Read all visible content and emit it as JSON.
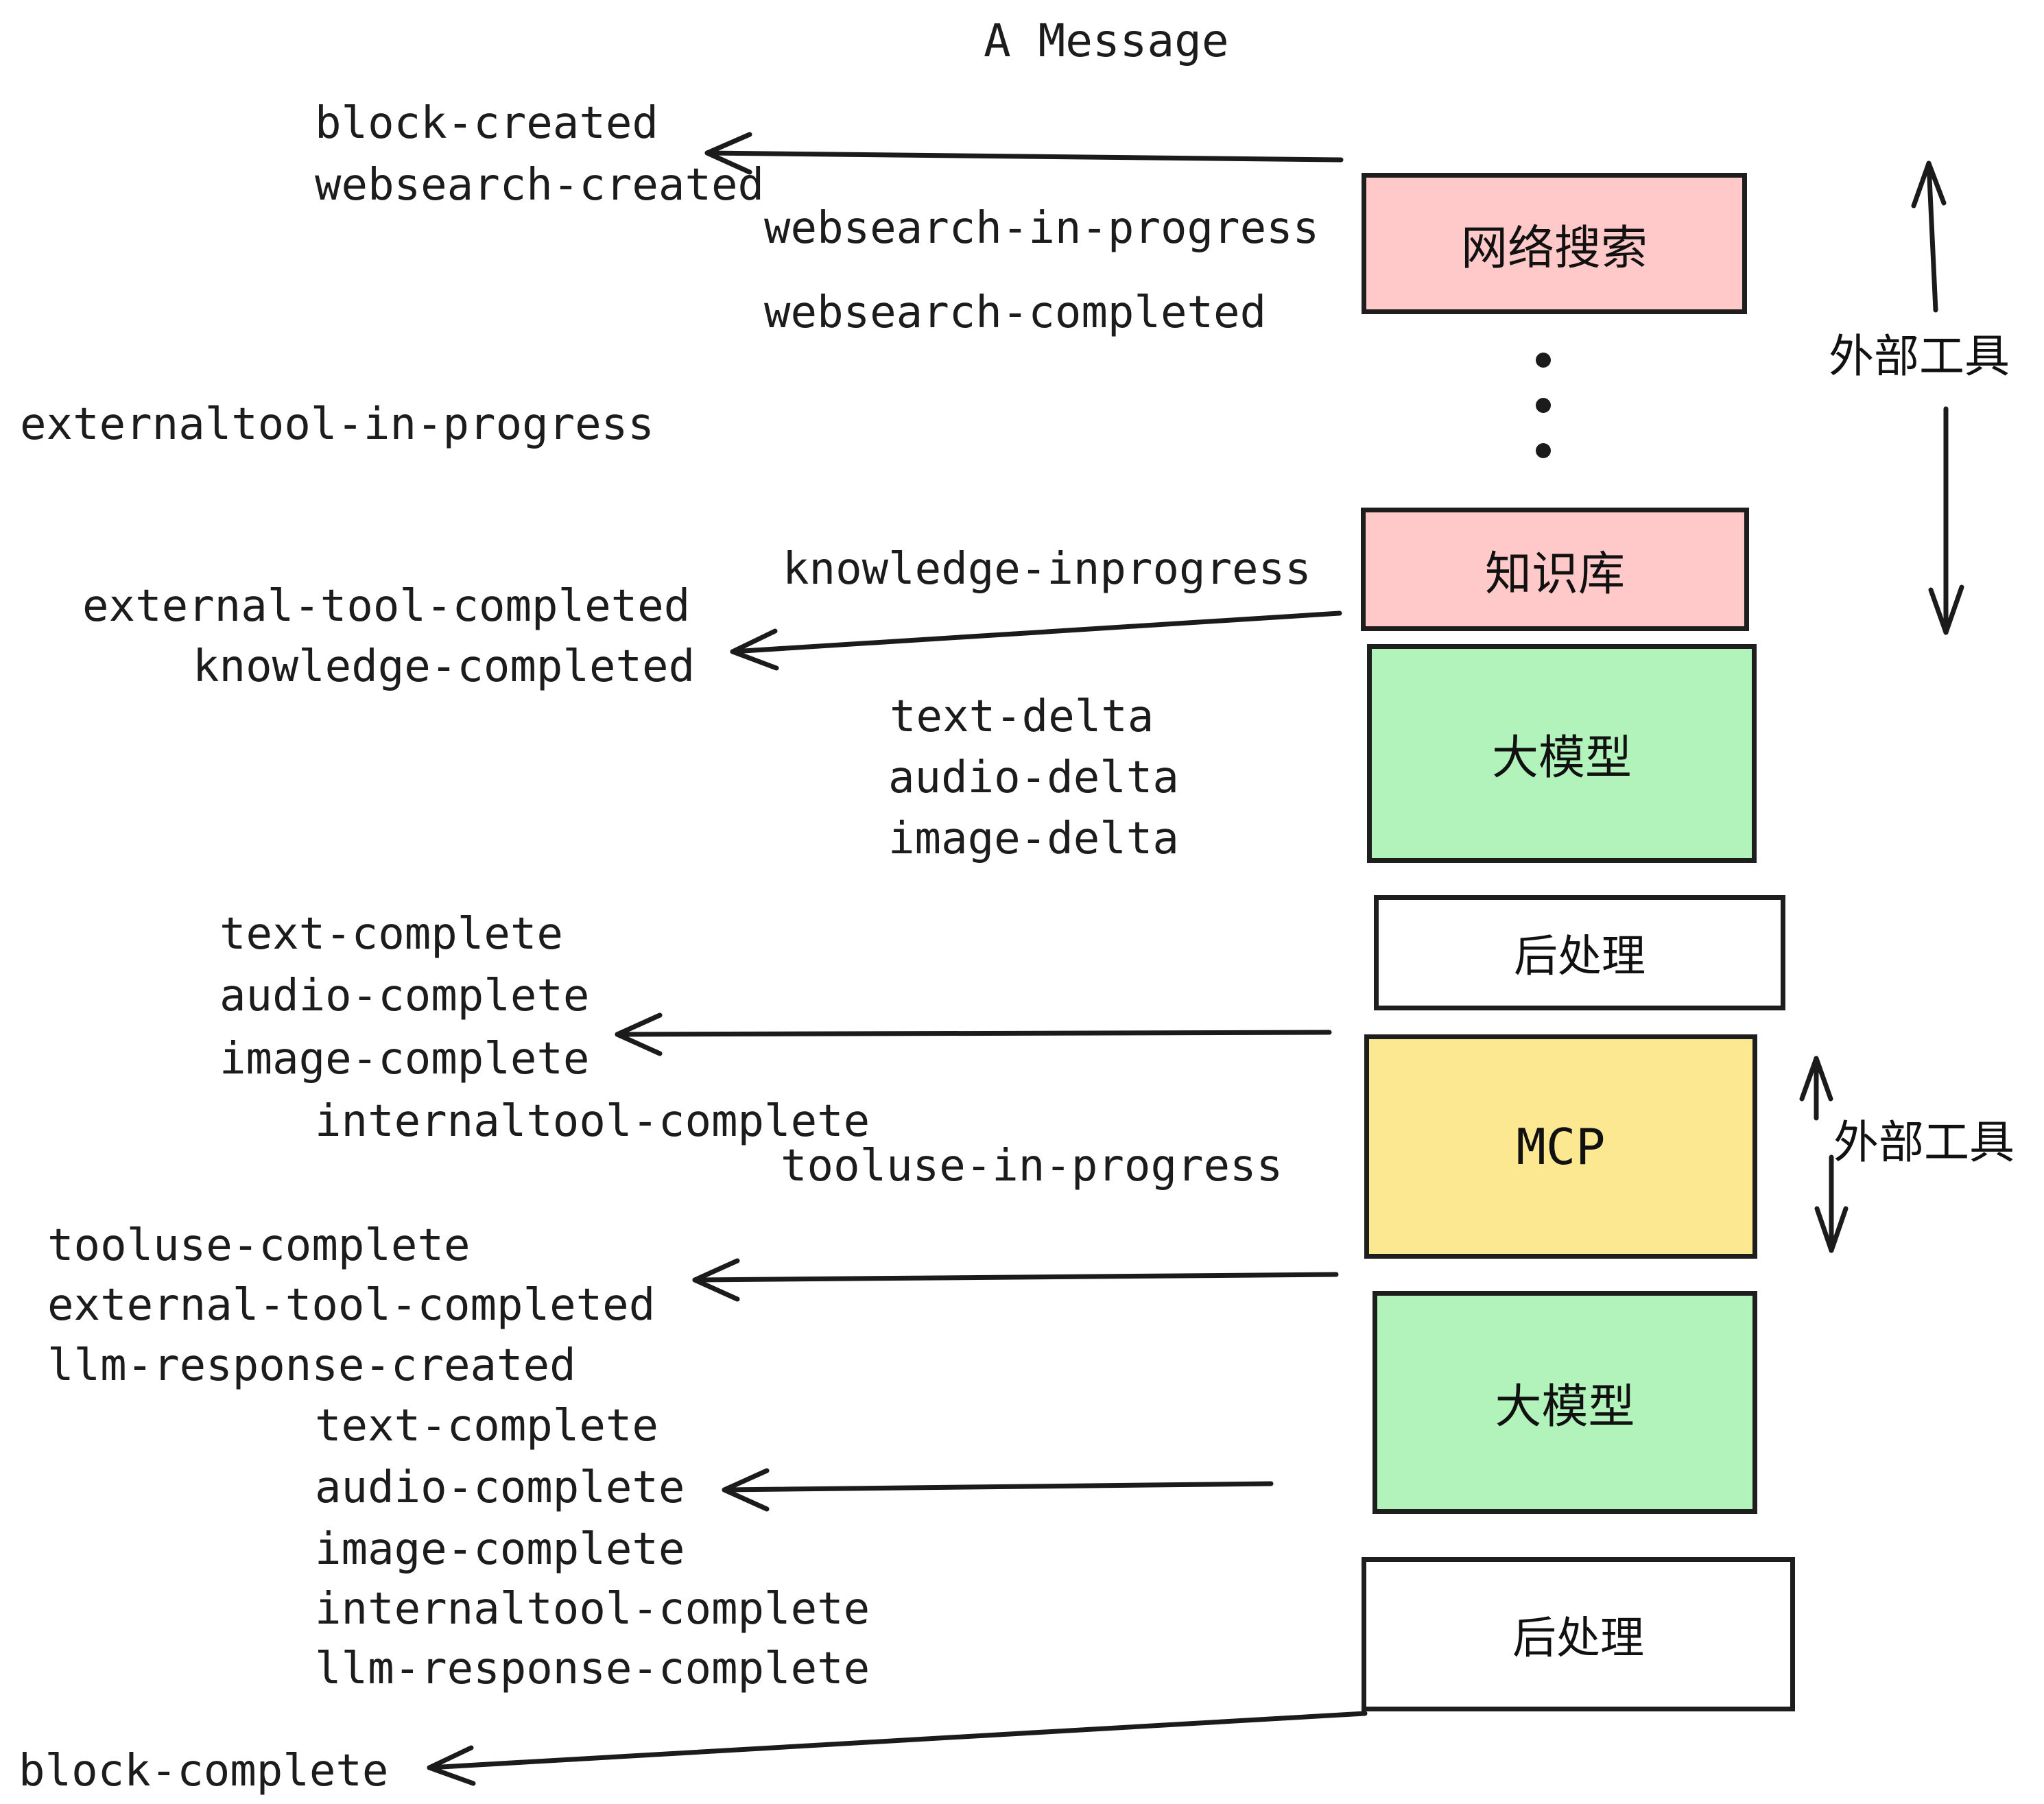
{
  "title": "A Message",
  "colors": {
    "background": "#ffffff",
    "ink": "#1b1b1b",
    "external_tool_box": "#ffc9c9",
    "llm_box": "#b2f2bb",
    "mcp_box": "#fbe890",
    "post_process_box": "#ffffff"
  },
  "boxes": [
    {
      "id": "websearch",
      "label": "网络搜索",
      "kind": "external-tool"
    },
    {
      "id": "knowledge",
      "label": "知识库",
      "kind": "external-tool"
    },
    {
      "id": "llm-1",
      "label": "大模型",
      "kind": "llm"
    },
    {
      "id": "post-1",
      "label": "后处理",
      "kind": "post-process"
    },
    {
      "id": "mcp",
      "label": "MCP",
      "kind": "external-tool"
    },
    {
      "id": "llm-2",
      "label": "大模型",
      "kind": "llm"
    },
    {
      "id": "post-2",
      "label": "后处理",
      "kind": "post-process"
    }
  ],
  "annotations": {
    "external_tools_top": "外部工具",
    "external_tools_bottom": "外部工具",
    "ellipsis_dots": 3
  },
  "events": [
    {
      "text": "block-created"
    },
    {
      "text": "websearch-created"
    },
    {
      "text": "websearch-in-progress"
    },
    {
      "text": "websearch-completed"
    },
    {
      "text": "externaltool-in-progress"
    },
    {
      "text": "knowledge-inprogress"
    },
    {
      "text": "external-tool-completed"
    },
    {
      "text": "knowledge-completed"
    },
    {
      "text": "text-delta"
    },
    {
      "text": "audio-delta"
    },
    {
      "text": "image-delta"
    },
    {
      "text": "text-complete"
    },
    {
      "text": "audio-complete"
    },
    {
      "text": "image-complete"
    },
    {
      "text": "internaltool-complete"
    },
    {
      "text": "tooluse-in-progress"
    },
    {
      "text": "tooluse-complete"
    },
    {
      "text": "external-tool-completed"
    },
    {
      "text": "llm-response-created"
    },
    {
      "text": "text-complete"
    },
    {
      "text": "audio-complete"
    },
    {
      "text": "image-complete"
    },
    {
      "text": "internaltool-complete"
    },
    {
      "text": "llm-response-complete"
    },
    {
      "text": "block-complete"
    }
  ]
}
